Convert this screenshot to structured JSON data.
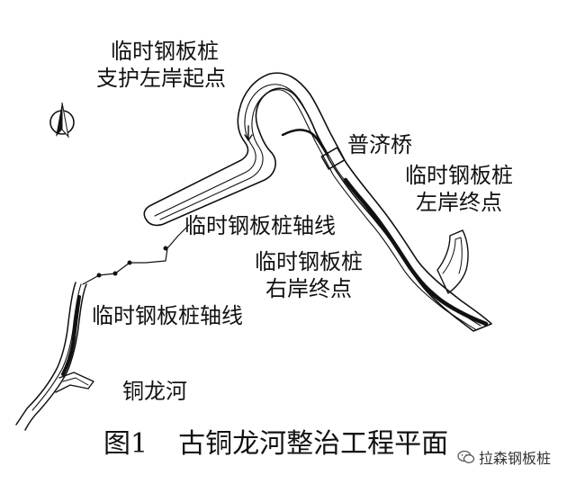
{
  "labels": {
    "start_left_bank_l1": "临时钢板桩",
    "start_left_bank_l2": "支护左岸起点",
    "bridge": "普济桥",
    "end_left_bank_l1": "临时钢板桩",
    "end_left_bank_l2": "左岸终点",
    "axis_upper": "临时钢板桩轴线",
    "end_right_bank_l1": "临时钢板桩",
    "end_right_bank_l2": "右岸终点",
    "axis_lower": "临时钢板桩轴线",
    "river": "铜龙河"
  },
  "caption": {
    "number": "图1",
    "title": "古铜龙河整治工程平面"
  },
  "watermark": "拉森钢板桩",
  "icons": {
    "north_arrow": "north-arrow-icon",
    "wechat": "wechat-icon"
  },
  "colors": {
    "ink": "#111111",
    "background": "#ffffff"
  }
}
